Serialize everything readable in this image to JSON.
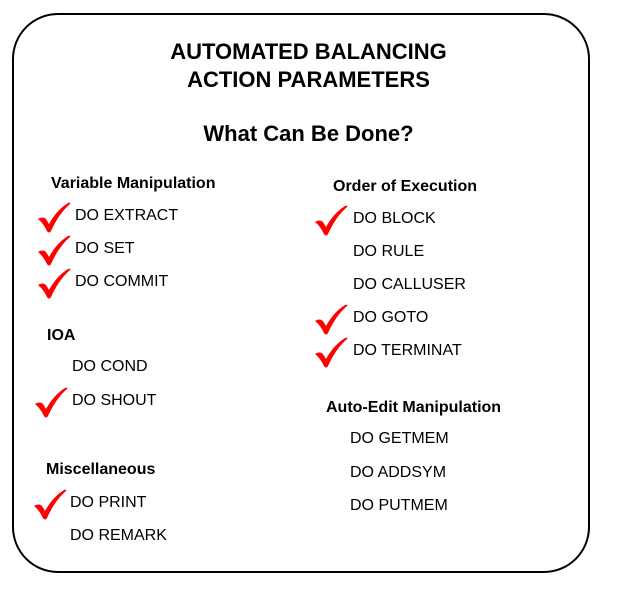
{
  "title_line1": "AUTOMATED BALANCING",
  "title_line2": "ACTION PARAMETERS",
  "subtitle": "What Can Be Done?",
  "check_color": "#ff0000",
  "variable": {
    "heading": "Variable Manipulation",
    "items": [
      {
        "label": "DO EXTRACT",
        "checked": true
      },
      {
        "label": "DO SET",
        "checked": true
      },
      {
        "label": "DO COMMIT",
        "checked": true
      }
    ]
  },
  "ioa": {
    "heading": "IOA",
    "items": [
      {
        "label": "DO COND",
        "checked": false
      },
      {
        "label": "DO SHOUT",
        "checked": true
      }
    ]
  },
  "misc": {
    "heading": "Miscellaneous",
    "items": [
      {
        "label": "DO PRINT",
        "checked": true
      },
      {
        "label": "DO REMARK",
        "checked": false
      }
    ]
  },
  "order": {
    "heading": "Order of Execution",
    "items": [
      {
        "label": "DO BLOCK",
        "checked": true
      },
      {
        "label": "DO RULE",
        "checked": false
      },
      {
        "label": "DO CALLUSER",
        "checked": false
      },
      {
        "label": "DO GOTO",
        "checked": true
      },
      {
        "label": "DO TERMINAT",
        "checked": true
      }
    ]
  },
  "autoedit": {
    "heading": "Auto-Edit Manipulation",
    "items": [
      {
        "label": "DO GETMEM",
        "checked": false
      },
      {
        "label": "DO ADDSYM",
        "checked": false
      },
      {
        "label": "DO PUTMEM",
        "checked": false
      }
    ]
  }
}
